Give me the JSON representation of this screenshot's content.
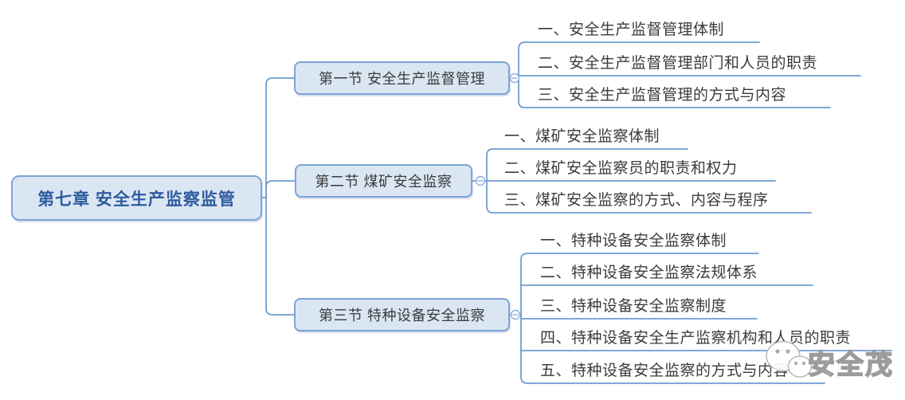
{
  "app": {
    "type": "mind-map-diagram",
    "background": "#ffffff"
  },
  "colors": {
    "node-fill": "#dbe6f3",
    "node-border": "#7da4d9",
    "connector": "#6f9cd4",
    "root-text": "#2e5c9e",
    "node-text": "#3b3b3b",
    "watermark-gray": "#9b9b9b"
  },
  "root": {
    "label": "第七章 安全生产监察监管"
  },
  "branches": [
    {
      "label": "第一节 安全生产监督管理",
      "collapse_toggle": "−",
      "leaves": [
        "一、安全生产监督管理体制",
        "二、安全生产监督管理部门和人员的职责",
        "三、安全生产监督管理的方式与内容"
      ]
    },
    {
      "label": "第二节 煤矿安全监察",
      "collapse_toggle": "−",
      "leaves": [
        "一、煤矿安全监察体制",
        "二、煤矿安全监察员的职责和权力",
        "三、煤矿安全监察的方式、内容与程序"
      ]
    },
    {
      "label": "第三节 特种设备安全监察",
      "collapse_toggle": "−",
      "leaves": [
        "一、特种设备安全监察体制",
        "二、特种设备安全监察法规体系",
        "三、特种设备安全监察制度",
        "四、特种设备安全生产监察机构和人员的职责",
        "五、特种设备安全监察的方式与内容"
      ]
    }
  ],
  "watermark": {
    "text": "安全茂",
    "logo": "wechat-chat-bubbles-icon"
  }
}
